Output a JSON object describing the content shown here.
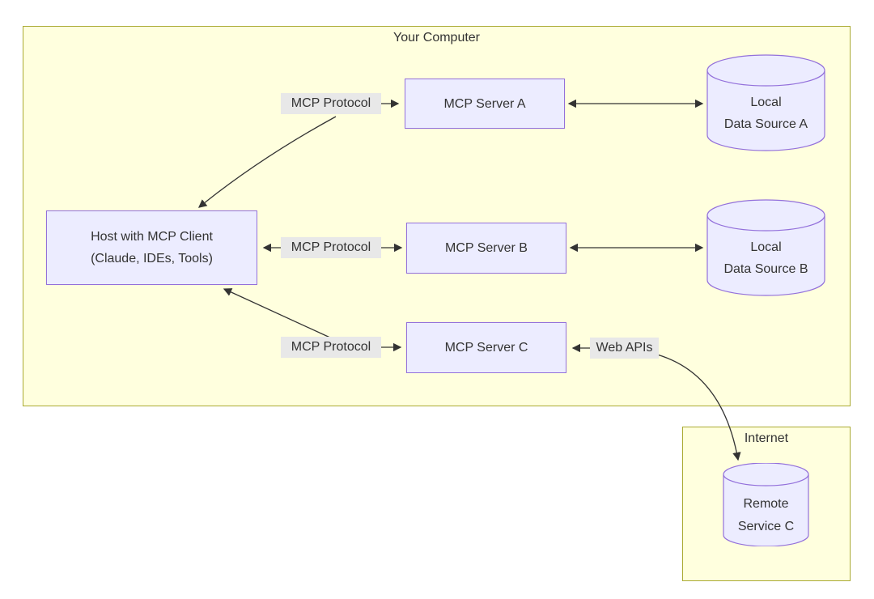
{
  "diagram": {
    "groups": {
      "your_computer": {
        "title": "Your Computer"
      },
      "internet": {
        "title": "Internet"
      }
    },
    "nodes": {
      "host": {
        "line1": "Host with MCP Client",
        "line2": "(Claude, IDEs, Tools)"
      },
      "server_a": {
        "label": "MCP Server A"
      },
      "server_b": {
        "label": "MCP Server B"
      },
      "server_c": {
        "label": "MCP Server C"
      },
      "data_source_a": {
        "line1": "Local",
        "line2": "Data Source A"
      },
      "data_source_b": {
        "line1": "Local",
        "line2": "Data Source B"
      },
      "remote_service_c": {
        "line1": "Remote",
        "line2": "Service C"
      }
    },
    "edge_labels": {
      "mcp_protocol_a": "MCP Protocol",
      "mcp_protocol_b": "MCP Protocol",
      "mcp_protocol_c": "MCP Protocol",
      "web_apis": "Web APIs"
    },
    "colors": {
      "group_fill": "#ffffde",
      "group_border": "#aaaa33",
      "node_fill": "#ececff",
      "node_border": "#9370db",
      "edge_label_bg": "#e8e8e8",
      "edge_color": "#333333",
      "text_color": "#333333"
    }
  }
}
